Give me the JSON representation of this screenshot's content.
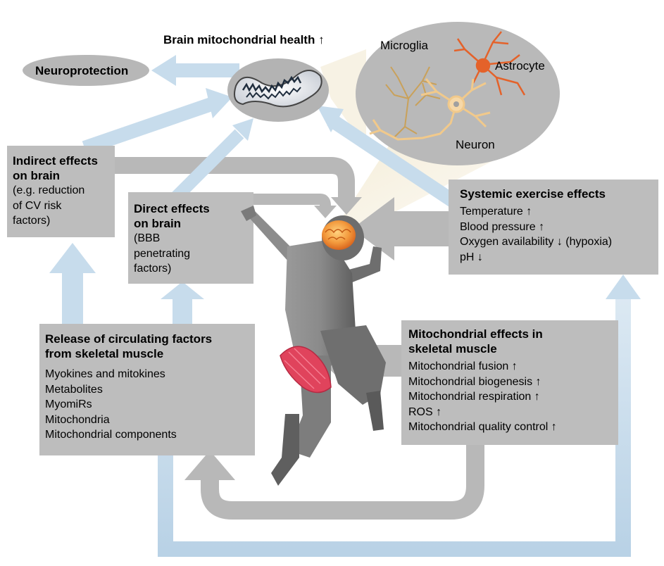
{
  "title": "Brain mitochondrial health ↑",
  "neuroprotection": "Neuroprotection",
  "cells": {
    "microglia": "Microglia",
    "astrocyte": "Astrocyte",
    "neuron": "Neuron"
  },
  "indirect": {
    "heading": [
      "Indirect effects",
      "on brain"
    ],
    "lines": [
      "(e.g. reduction",
      "of CV risk",
      "factors)"
    ]
  },
  "direct": {
    "heading": [
      "Direct effects",
      "on brain"
    ],
    "lines": [
      "(BBB",
      "penetrating",
      "factors)"
    ]
  },
  "systemic": {
    "heading": [
      "Systemic exercise effects"
    ],
    "lines": [
      "Temperature ↑",
      "Blood pressure ↑",
      "Oxygen availability ↓ (hypoxia)",
      "pH ↓"
    ]
  },
  "release": {
    "heading": [
      "Release of circulating factors",
      "from skeletal muscle"
    ],
    "lines": [
      "Myokines and mitokines",
      "Metabolites",
      "MyomiRs",
      "Mitochondria",
      "Mitochondrial components"
    ]
  },
  "mito": {
    "heading": [
      "Mitochondrial effects in",
      "skeletal muscle"
    ],
    "lines": [
      "Mitochondrial fusion ↑",
      "Mitochondrial biogenesis ↑",
      "Mitochondrial respiration ↑",
      "ROS ↑",
      "Mitochondrial quality control ↑"
    ]
  },
  "colors": {
    "box": "#bdbdbd",
    "grey_arrow": "#b8b8b8",
    "blue_arrow": "#c7dcec",
    "figure": "#7a7a7a",
    "brain": "#f08a3c",
    "muscle": "#e0435c"
  }
}
